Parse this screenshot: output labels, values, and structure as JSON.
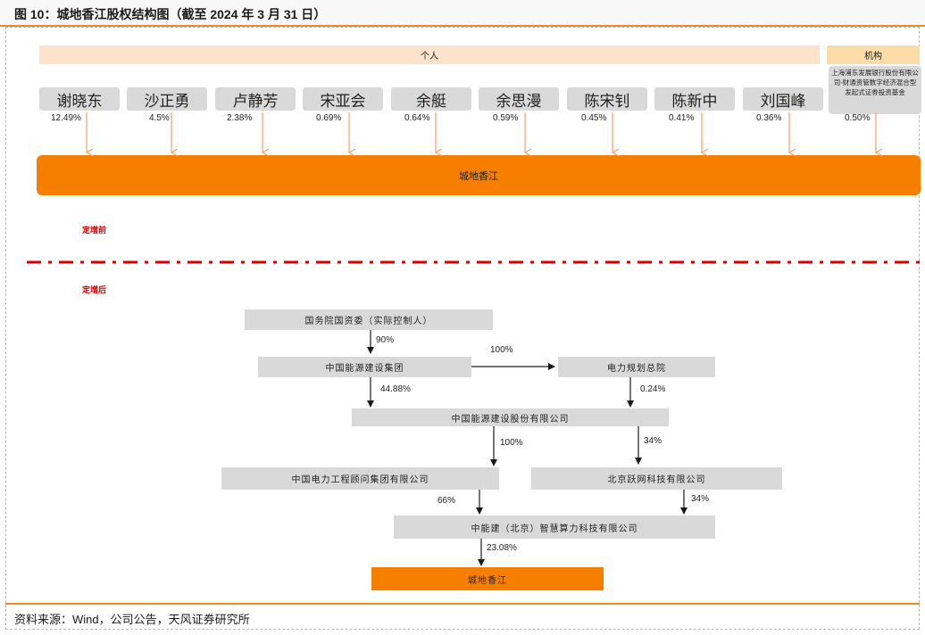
{
  "header": {
    "title": "图 10：城地香江股权结构图（截至 2024 年 3 月 31 日）"
  },
  "before": {
    "label": "定增前",
    "individual_group_label": "个人",
    "institution_group_label": "机构",
    "shareholders": [
      {
        "name": "谢晓东",
        "pct": "12.49%"
      },
      {
        "name": "沙正勇",
        "pct": "4.5%"
      },
      {
        "name": "卢静芳",
        "pct": "2.38%"
      },
      {
        "name": "宋亚会",
        "pct": "0.69%"
      },
      {
        "name": "余艇",
        "pct": "0.64%"
      },
      {
        "name": "余思漫",
        "pct": "0.59%"
      },
      {
        "name": "陈宋钊",
        "pct": "0.45%"
      },
      {
        "name": "陈新中",
        "pct": "0.41%"
      },
      {
        "name": "刘国峰",
        "pct": "0.36%"
      }
    ],
    "institution": {
      "name": "上海浦东发展银行股份有限公司-财通资管数字经济混合型发起式证券投资基金",
      "pct": "0.50%"
    },
    "target": "城地香江"
  },
  "after": {
    "label": "定增后",
    "nodes": {
      "sasac": "国务院国资委（实际控制人）",
      "ceec_group": "中国能源建设集团",
      "eppei": "电力规划总院",
      "ceec_ltd": "中国能源建设股份有限公司",
      "cpecc": "中国电力工程顾问集团有限公司",
      "bj_yuewang": "北京跃网科技有限公司",
      "zn_compute": "中能建（北京）智慧算力科技有限公司",
      "target": "城地香江"
    },
    "edges": {
      "sasac_to_group": "90%",
      "group_to_eppei": "100%",
      "group_to_ltd": "44.88%",
      "eppei_to_ltd": "0.24%",
      "ltd_to_cpecc": "100%",
      "ltd_to_yuewang": "34%",
      "cpecc_to_compute": "66%",
      "yuewang_to_compute": "34%",
      "compute_to_target": "23.08%"
    }
  },
  "footer": {
    "source": "资料来源：Wind，公司公告，天风证券研究所"
  },
  "colors": {
    "accent": "#f08a24",
    "target": "#f77f00",
    "arrow": "#f4a46a",
    "divider": "#d90000",
    "box": "#d9d9d9"
  }
}
